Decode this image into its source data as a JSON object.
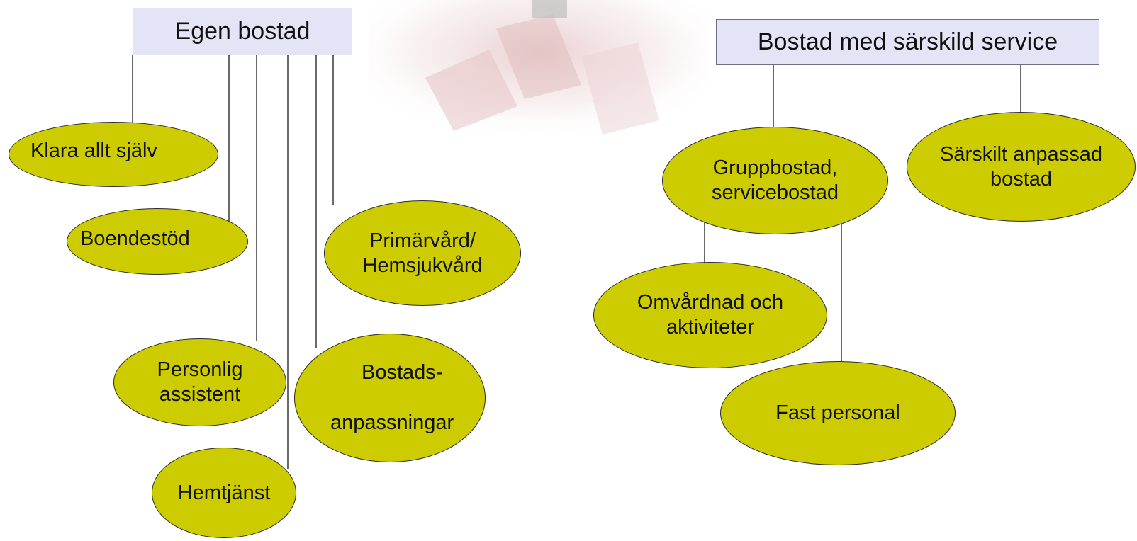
{
  "colors": {
    "header_fill": "#e3e4f5",
    "header_border": "#6e6f86",
    "node_fill": "#cccc00",
    "node_border": "#2b2b2b",
    "connector": "#1a1a1a"
  },
  "left_tree": {
    "header": "Egen bostad",
    "nodes": {
      "klara": [
        "Klara allt själv"
      ],
      "boendestod": [
        "Boendestöd"
      ],
      "personlig": [
        "Personlig",
        "assistent"
      ],
      "hemtjanst": [
        "Hemtjänst"
      ],
      "bostadsanpassning": [
        "Bostads-",
        "anpassningar"
      ],
      "primarvard": [
        "Primärvård/",
        "Hemsjukvård"
      ]
    }
  },
  "right_tree": {
    "header": "Bostad med särskild service",
    "nodes": {
      "gruppbostad": [
        "Gruppbostad,",
        "servicebostad"
      ],
      "sarskilt": [
        "Särskilt anpassad",
        "bostad"
      ],
      "omvardnad": [
        "Omvårdnad och",
        "aktiviteter"
      ],
      "fast_personal": [
        "Fast personal"
      ]
    }
  }
}
